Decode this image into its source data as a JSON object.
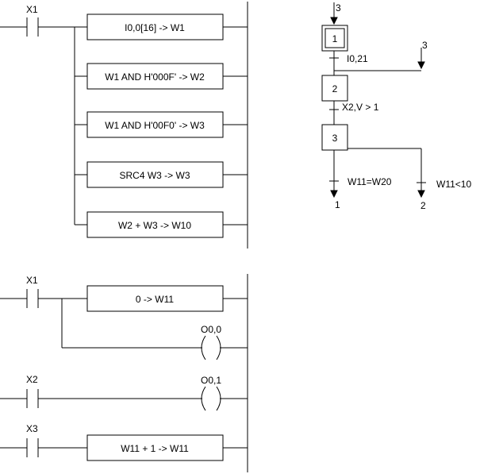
{
  "ladder1": {
    "contact_label": "X1",
    "blocks": [
      "I0,0[16] -> W1",
      "W1 AND H'000F' -> W2",
      "W1 AND H'00F0' -> W3",
      "SRC4 W3 -> W3",
      "W2 + W3 -> W10"
    ]
  },
  "grafcet": {
    "initial_step": "1",
    "step2": "2",
    "step3": "3",
    "entry_ref": "3",
    "jump_ref": "3",
    "t1_cond": "I0,21",
    "t2_cond": "X2,V > 1",
    "t3a_cond": "W11=W20",
    "t3b_cond": "W11<10",
    "exit_a": "1",
    "exit_b": "2"
  },
  "ladder2": {
    "rung1_contact": "X1",
    "rung1_block": "0 -> W11",
    "rung1_coil": "O0,0",
    "rung2_contact": "X2",
    "rung2_coil": "O0,1",
    "rung3_contact": "X3",
    "rung3_block": "W11 + 1 -> W11"
  }
}
